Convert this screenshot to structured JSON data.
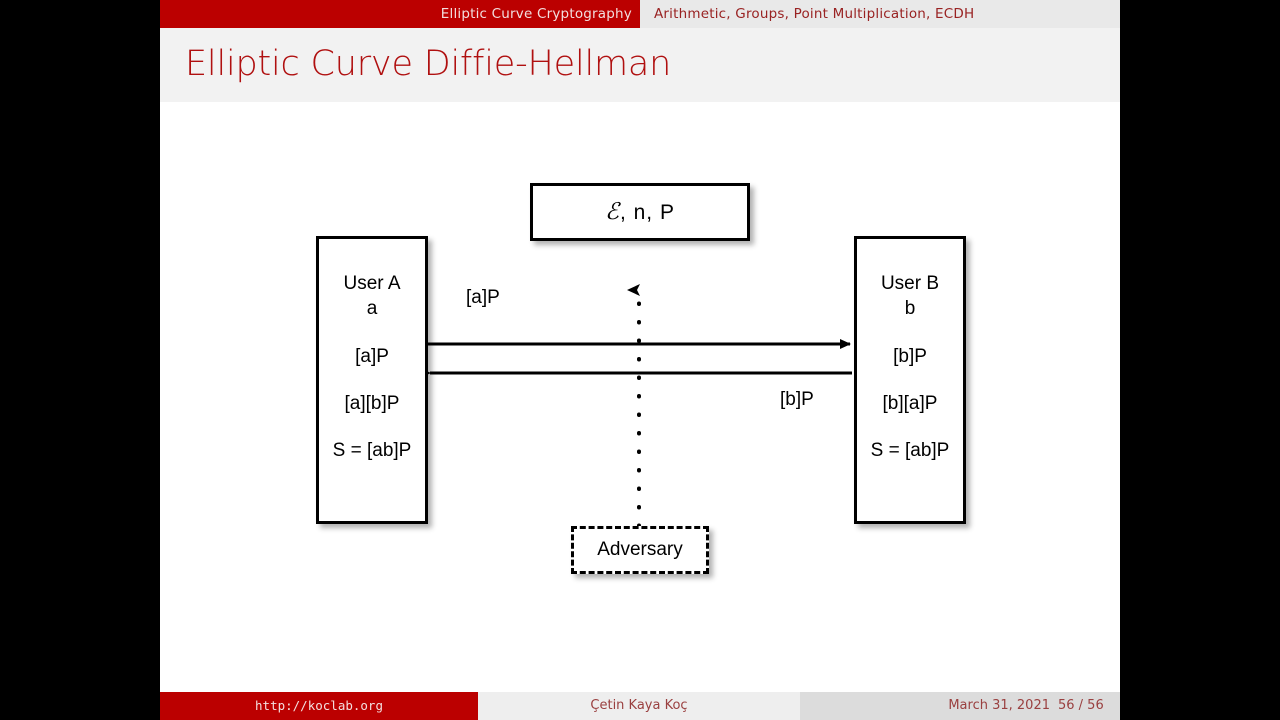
{
  "header": {
    "section_title": "Elliptic Curve Cryptography",
    "subsection_title": "Arithmetic, Groups, Point Multiplication, ECDH",
    "accent_color": "#bb0000",
    "band_color": "#e9e9e9"
  },
  "title": {
    "text": "Elliptic Curve Diffie-Hellman",
    "color": "#b01010"
  },
  "diagram": {
    "params_box": {
      "label": "ℰ, n, P",
      "script_symbol": "ℰ",
      "rest": ", n, P"
    },
    "user_a": {
      "name": "User A",
      "secret": "a",
      "public": "[a]P",
      "computed": "[a][b]P",
      "shared": "S = [ab]P"
    },
    "user_b": {
      "name": "User B",
      "secret": "b",
      "public": "[b]P",
      "computed": "[b][a]P",
      "shared": "S = [ab]P"
    },
    "adversary": {
      "label": "Adversary"
    },
    "arrows": {
      "a_to_b_label": "[a]P",
      "b_to_a_label": "[b]P"
    }
  },
  "footer": {
    "url": "http://koclab.org",
    "author": "Çetin Kaya Koç",
    "date": "March 31, 2021",
    "pages": "56 / 56"
  }
}
